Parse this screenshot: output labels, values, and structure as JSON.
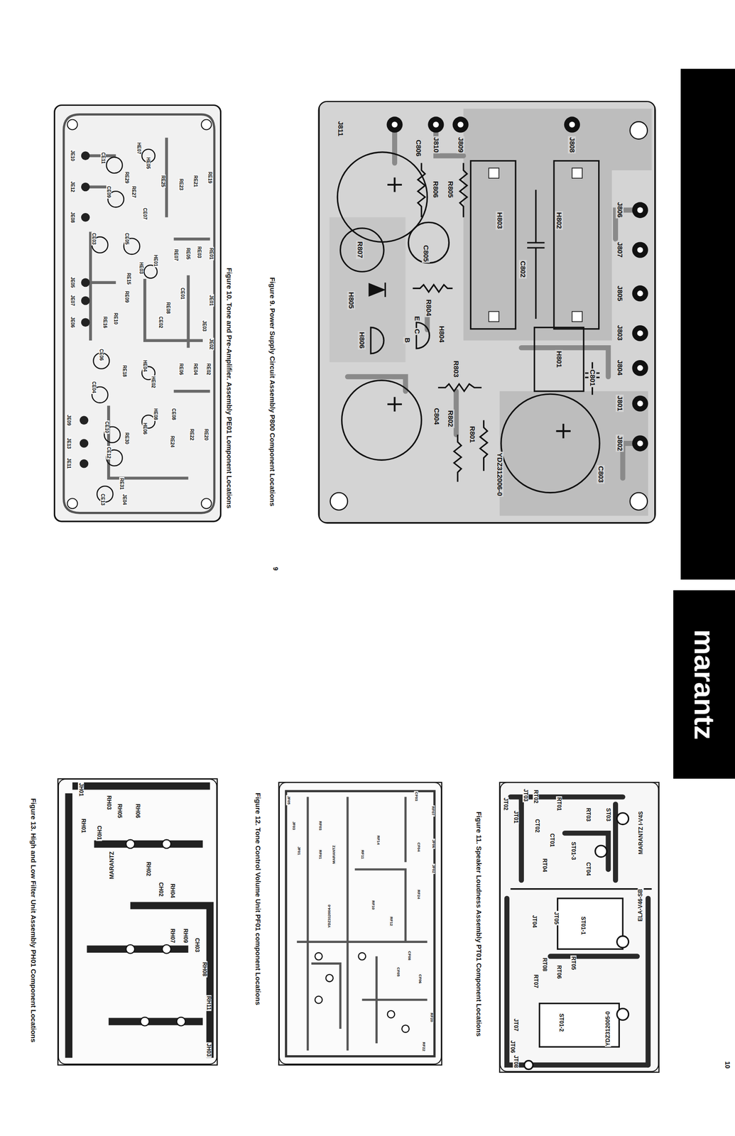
{
  "diagram": {
    "nodes": [
      {
        "text": [
          "Figure 9. Power Supply Circuit Assembly P800 Component Locations"
        ]
      },
      {
        "text": [
          "Figure 10. Tone and Pre-Amplifier. Assembly PE01 Lomponent Locations"
        ]
      },
      {
        "text": [
          "Figure 11. Speaker Loudness Assembly PT01 Component Locations"
        ]
      },
      {
        "text": [
          "Figure 12. Tone Control Volume Unit PF01 component Locations"
        ]
      },
      {
        "text": [
          "Figure 13. High and Low Filter Unit Assembly PH01 Component Locations"
        ]
      },
      {
        "text": [
          "marantz"
        ]
      }
    ],
    "labels": [
      "J808",
      "J809",
      "J810",
      "J811",
      "J806",
      "J807",
      "J805",
      "J803",
      "J804",
      "J801",
      "J802",
      "H802",
      "H803",
      "C802",
      "H801",
      "C801",
      "C803",
      "R805",
      "R806",
      "C806",
      "C805",
      "R807",
      "R804",
      "H805",
      "H806",
      "H804",
      "E",
      "C",
      "B",
      "R803",
      "C804",
      "R802",
      "R801",
      "YDZ312006-0",
      "JE10",
      "JE12",
      "JE08",
      "CE11",
      "CE09",
      "HE07",
      "HE05",
      "RE29",
      "RE27",
      "CE07",
      "RE19",
      "RE21",
      "RE23",
      "RE25",
      "CE03",
      "CE05",
      "RE15",
      "RE09",
      "RE10",
      "RE16",
      "JE05",
      "JE07",
      "JE06",
      "HE01",
      "HE03",
      "RE01",
      "RE03",
      "RE05",
      "RE07",
      "RE08",
      "CE01",
      "CE02",
      "JE01",
      "JE03",
      "JE02",
      "CE06",
      "CE04",
      "RE18",
      "HE04",
      "HE02",
      "RE02",
      "RE04",
      "RE06",
      "JE09",
      "JE13",
      "JE11",
      "CE10",
      "CE12",
      "RE30",
      "HE06",
      "HE08",
      "CE08",
      "RE20",
      "RE22",
      "RE24",
      "RE31",
      "CE13",
      "JE04",
      "RT03",
      "ST03",
      "RT01",
      "RT02",
      "JT03",
      "JT01",
      "JT02",
      "ST01-3",
      "CT02",
      "CT01",
      "CT04",
      "RT04",
      "MARANTZ I-V4S",
      "ELA-V46-SB",
      "JT05",
      "JT04",
      "ST01-1",
      "RT05",
      "RT06",
      "RT08",
      "RT07",
      "YDZ312005-0",
      "ST01-2",
      "JT07",
      "JT06",
      "JT08",
      "JF05",
      "JF03",
      "JF01",
      "RF03",
      "RF01",
      "MARANTZ",
      "YDZ312004-0",
      "CF03",
      "CF04",
      "RF07",
      "RF24",
      "RF11",
      "RF14",
      "RF10",
      "RF12",
      "CF08",
      "CF05",
      "CF06",
      "RF20",
      "RF22",
      "JF06",
      "JF02",
      "JH01",
      "RH01",
      "CH01",
      "MARANTZ",
      "RH03",
      "RH05",
      "RH06",
      "RH02",
      "CH02",
      "RH04",
      "RH07",
      "RH09",
      "CH03",
      "RH08",
      "RH11",
      "JH03",
      "9",
      "10"
    ]
  }
}
